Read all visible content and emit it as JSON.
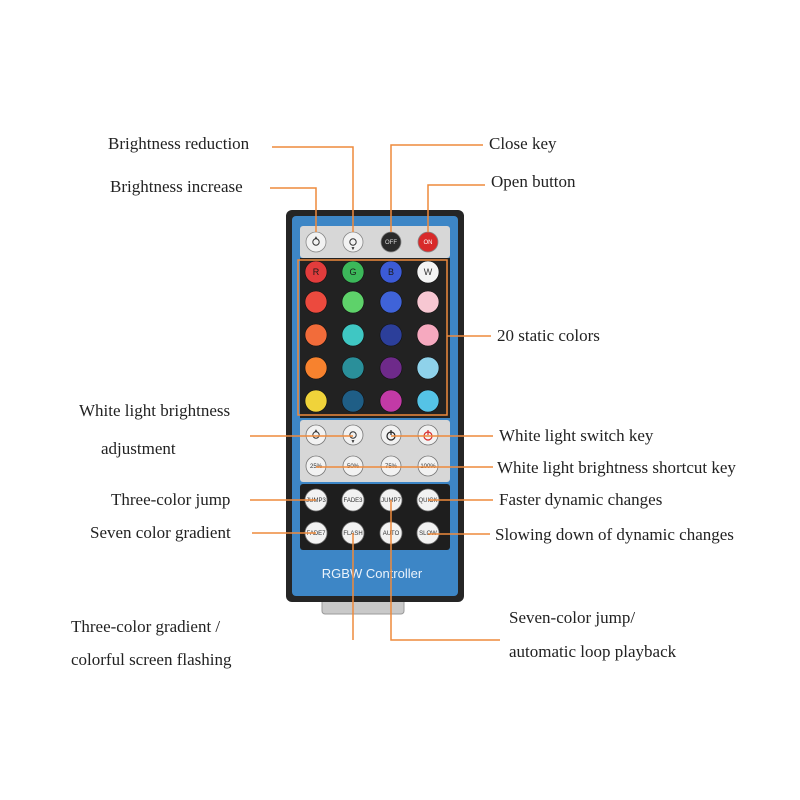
{
  "labels": {
    "brightness_reduction": "Brightness reduction",
    "brightness_increase": "Brightness increase",
    "close_key": "Close key",
    "open_button": "Open button",
    "static_colors": "20 static colors",
    "white_brightness_line1": "White light brightness",
    "white_brightness_line2": "adjustment",
    "white_switch_key": "White light switch key",
    "white_shortcut_key": "White light brightness shortcut key",
    "three_color_jump": "Three-color jump",
    "seven_color_gradient": "Seven color gradient",
    "faster_changes": "Faster dynamic changes",
    "slowing_changes": "Slowing down of dynamic changes",
    "three_gradient_line1": "Three-color gradient /",
    "three_gradient_line2": "colorful screen flashing",
    "seven_jump_line1": "Seven-color jump/",
    "seven_jump_line2": "automatic loop playback"
  },
  "remote": {
    "title": "RGBW   Controller",
    "buttons": {
      "off": "OFF",
      "on": "ON",
      "r": "R",
      "g": "G",
      "b": "B",
      "w": "W",
      "p25": "25%",
      "p50": "50%",
      "p75": "75%",
      "p100": "100%",
      "jump3": "JUMP3",
      "fade3": "FADE3",
      "jump7": "JUMP7",
      "quick": "QUICK",
      "fade7": "FADE7",
      "flash": "FLASH",
      "auto": "AUTO",
      "slow": "SLOW"
    }
  },
  "colors": {
    "body_blue": "#3d86c6",
    "panel_dark": "#1e1e1e",
    "leader_orange": "#ee8a3c",
    "color_grid": [
      [
        "#e23c3c",
        "#3cb85a",
        "#3c5bd6",
        "#f4f4f4"
      ],
      [
        "#ec4a3e",
        "#5ed26a",
        "#3f63d8",
        "#f7c7d2"
      ],
      [
        "#f26c3a",
        "#3fc7c3",
        "#2c3f9a",
        "#f6a9bf"
      ],
      [
        "#f7822e",
        "#2a8f9a",
        "#6e2a8a",
        "#8fd2ea"
      ],
      [
        "#f0d33a",
        "#1f5e86",
        "#c23aa6",
        "#55c3e6"
      ]
    ]
  }
}
